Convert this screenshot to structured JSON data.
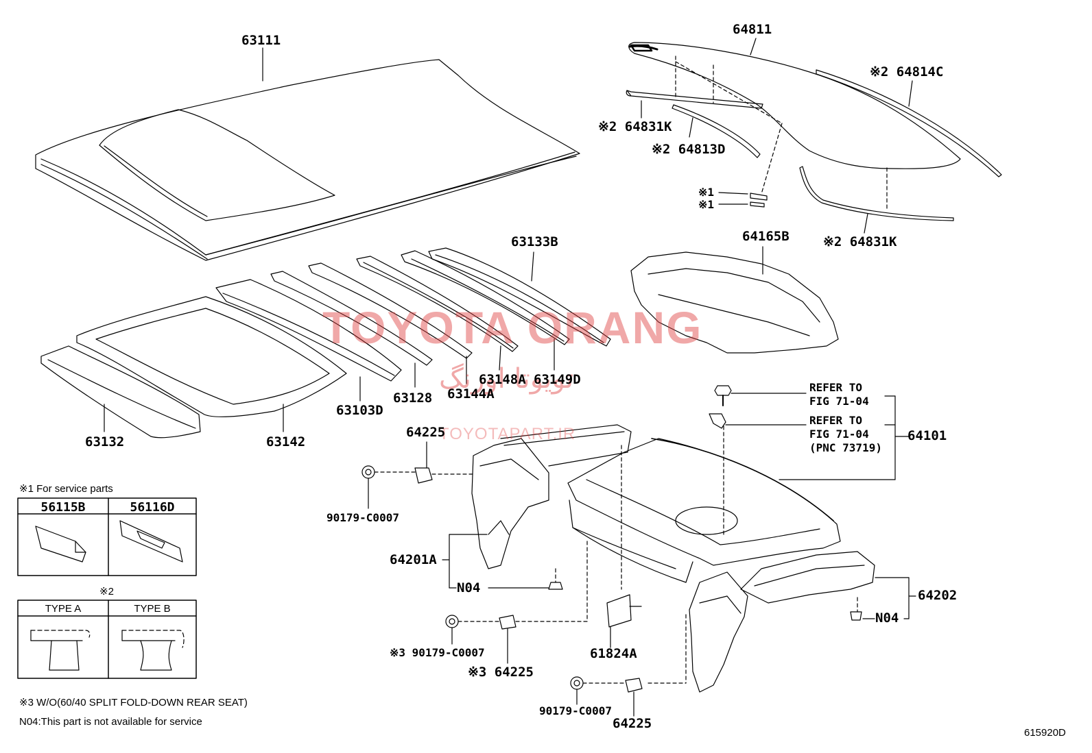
{
  "watermark": {
    "brand": "TOYOTA ORANG",
    "arabic": "تويوتا اورنگ",
    "site": "TOYOTAPART.IR"
  },
  "labels": {
    "p63111": "63111",
    "p64811": "64811",
    "p64814c": "※2 64814C",
    "p64831k_a": "※2 64831K",
    "p64813d": "※2 64813D",
    "p_note1_a": "※1",
    "p_note1_b": "※1",
    "p64831k_b": "※2 64831K",
    "p63133b": "63133B",
    "p64165b": "64165B",
    "p63148a": "63148A",
    "p63149d": "63149D",
    "p63128": "63128",
    "p63144a": "63144A",
    "p63103d": "63103D",
    "p63132": "63132",
    "p63142": "63142",
    "p64225_a": "64225",
    "p90179_a": "90179-C0007",
    "p64201a": "64201A",
    "p_n04_a": "N04",
    "p90179_b": "※3 90179-C0007",
    "p64225_b": "※3 64225",
    "p61824a": "61824A",
    "p90179_c": "90179-C0007",
    "p64225_c": "64225",
    "p64101": "64101",
    "p64202": "64202",
    "p_n04_b": "N04",
    "refer1_l1": "REFER TO",
    "refer1_l2": "FIG 71-04",
    "refer2_l1": "REFER TO",
    "refer2_l2": "FIG 71-04",
    "refer2_l3": "(PNC 73719)",
    "fig_id": "615920D"
  },
  "legend": {
    "note1": "※1 For service parts",
    "table1": {
      "col1": "56115B",
      "col2": "56116D"
    },
    "note2_mark": "※2",
    "table2": {
      "col1": "TYPE A",
      "col2": "TYPE B"
    },
    "note3": "※3  W/O(60/40 SPLIT FOLD-DOWN REAR SEAT)",
    "note_n04": "N04:This part is not available for service"
  }
}
